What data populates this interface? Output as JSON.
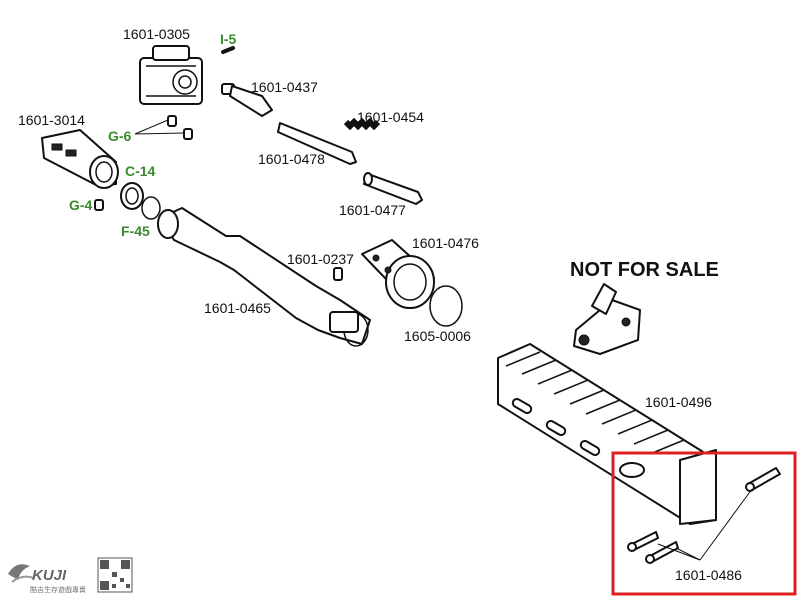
{
  "diagram": {
    "labels": {
      "p0305": "1601-0305",
      "i5": "I-5",
      "p0437": "1601-0437",
      "p3014": "1601-3014",
      "g6": "G-6",
      "p0454": "1601-0454",
      "p0478": "1601-0478",
      "c14": "C-14",
      "g4": "G-4",
      "p0477": "1601-0477",
      "f45": "F-45",
      "p0237": "1601-0237",
      "p0476": "1601-0476",
      "p0465": "1601-0465",
      "p0006": "1605-0006",
      "p0496": "1601-0496",
      "p0486": "1601-0486"
    },
    "notice": "NOT FOR SALE",
    "highlight_color": "#e02020",
    "accent_green": "#3b8a2e"
  },
  "watermark": {
    "brand": "KUJI",
    "subtitle": "酷吉生存遊戲專賣"
  }
}
